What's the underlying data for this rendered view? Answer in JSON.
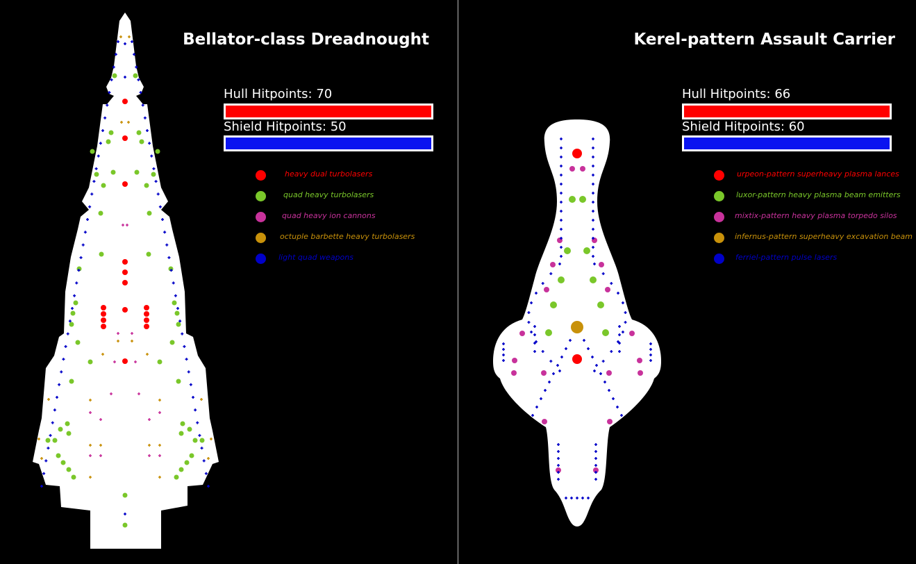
{
  "colors": {
    "red": "#ff0000",
    "green": "#7ac72a",
    "magenta": "#c8329b",
    "orange": "#c8910a",
    "blue": "#0000c8",
    "hull_bar": "#ff0000",
    "shield_bar": "#0a14f0"
  },
  "left": {
    "title": "Bellator-class Dreadnought",
    "hull_label": "Hull Hitpoints: 70",
    "hull": 70,
    "shield_label": "Shield Hitpoints: 50",
    "shield": 50,
    "legend": [
      {
        "label": "heavy dual turbolasers",
        "color": "#ff0000"
      },
      {
        "label": "quad heavy turbolasers",
        "color": "#7ac72a"
      },
      {
        "label": "quad heavy ion cannons",
        "color": "#c8329b"
      },
      {
        "label": "octuple barbette heavy turbolasers",
        "color": "#c8910a"
      },
      {
        "label": "light quad weapons",
        "color": "#0000c8"
      }
    ]
  },
  "right": {
    "title": "Kerel-pattern Assault Carrier",
    "hull_label": "Hull Hitpoints: 66",
    "hull": 66,
    "shield_label": "Shield Hitpoints: 60",
    "shield": 60,
    "legend": [
      {
        "label": "urpeon-pattern superheavy plasma lances",
        "color": "#ff0000"
      },
      {
        "label": "luxor-pattern heavy plasma beam emitters",
        "color": "#7ac72a"
      },
      {
        "label": "mixtix-pattern heavy plasma torpedo silos",
        "color": "#c8329b"
      },
      {
        "label": "infernus-pattern superheavy excavation beam",
        "color": "#c8910a"
      },
      {
        "label": "ferriel-pattern pulse lasers",
        "color": "#0000c8"
      }
    ]
  }
}
